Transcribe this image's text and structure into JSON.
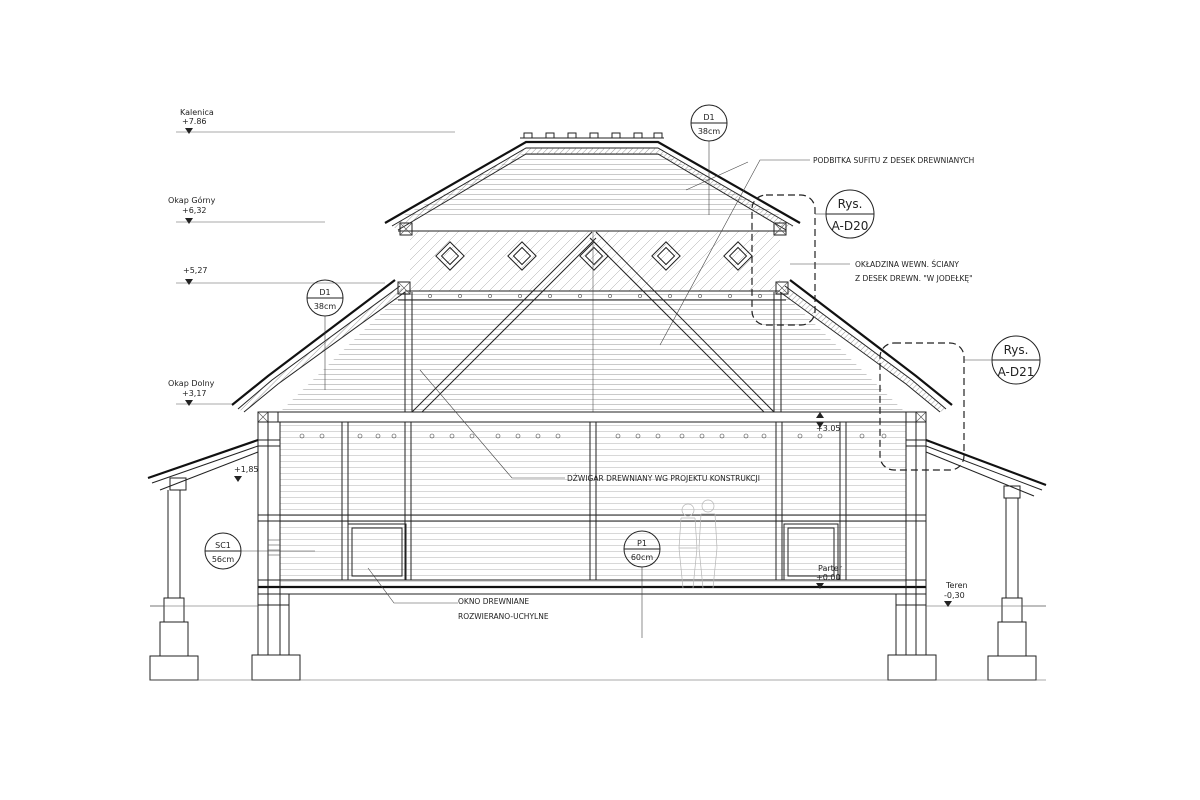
{
  "elevations": {
    "ridge": {
      "name": "Kalenica",
      "value": "+7.86"
    },
    "upper_eave": {
      "name": "Okap Górny",
      "value": "+6,32"
    },
    "mid": {
      "value": "+5,27"
    },
    "lower_eave": {
      "name": "Okap Dolny",
      "value": "+3,17"
    },
    "porch": {
      "value": "+1,85"
    },
    "ceiling": {
      "value": "+3.05"
    },
    "ground_floor": {
      "name": "Parter",
      "value": "+0.00"
    },
    "terrain": {
      "name": "Teren",
      "value": "-0,30"
    }
  },
  "tags": {
    "d1_top": {
      "code": "D1",
      "size": "38cm"
    },
    "d1_left": {
      "code": "D1",
      "size": "38cm"
    },
    "sc1": {
      "code": "SC1",
      "size": "56cm"
    },
    "p1": {
      "code": "P1",
      "size": "60cm"
    }
  },
  "refs": {
    "a_d20": {
      "label": "Rys.",
      "code": "A-D20"
    },
    "a_d21": {
      "label": "Rys.",
      "code": "A-D21"
    }
  },
  "notes": {
    "soffit": "PODBITKA SUFITU Z DESEK DREWNIANYCH",
    "wall_line1": "OKŁADZINA WEWN. ŚCIANY",
    "wall_line2": "Z DESEK DREWN. \"W JODEŁKĘ\"",
    "truss": "DŹWIGAR DREWNIANY WG PROJEKTU KONSTRUKCJI",
    "window_line1": "OKNO  DREWNIANE",
    "window_line2": "ROZWIERANO-UCHYLNE"
  }
}
